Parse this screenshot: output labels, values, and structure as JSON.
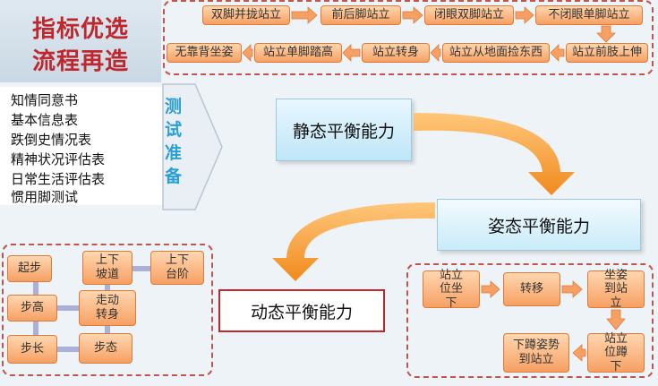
{
  "title": {
    "line1": "指标优选",
    "line2": "流程再造"
  },
  "top_flow": {
    "row1": [
      "双脚并拢站立",
      "前后脚站立",
      "闭眼双脚站立",
      "不闭眼单脚站立"
    ],
    "row2": [
      "无靠背坐姿",
      "站立单脚踏高",
      "站立转身",
      "站立从地面捡东西",
      "站立前肢上伸"
    ]
  },
  "prep": {
    "items": [
      "知情同意书",
      "基本信息表",
      "跌倒史情况表",
      "精神状况评估表",
      "日常生活评估表",
      "惯用脚测试"
    ],
    "label": [
      "测",
      "试",
      "准",
      "备"
    ]
  },
  "balance": {
    "static": "静态平衡能力",
    "posture": "姿态平衡能力",
    "dynamic": "动态平衡能力"
  },
  "dynamic_flow": {
    "start": "起步",
    "slope": "上下坡道",
    "stairs": "上下台阶",
    "step_height": "步高",
    "walk_turn": "走动转身",
    "step_length": "步长",
    "gait": "步态"
  },
  "posture_flow": {
    "sit_down": "站立位坐下",
    "turn": "转移",
    "sit_to_stand": "坐姿到站立",
    "squat": "站立位蹲下",
    "squat_to_stand": "下蹲姿势到站立"
  },
  "colors": {
    "title_red": "#c0272d",
    "pill_orange": "#f6a063",
    "accent_blue": "#2a9fd6",
    "dashed_red": "#c0554e"
  }
}
